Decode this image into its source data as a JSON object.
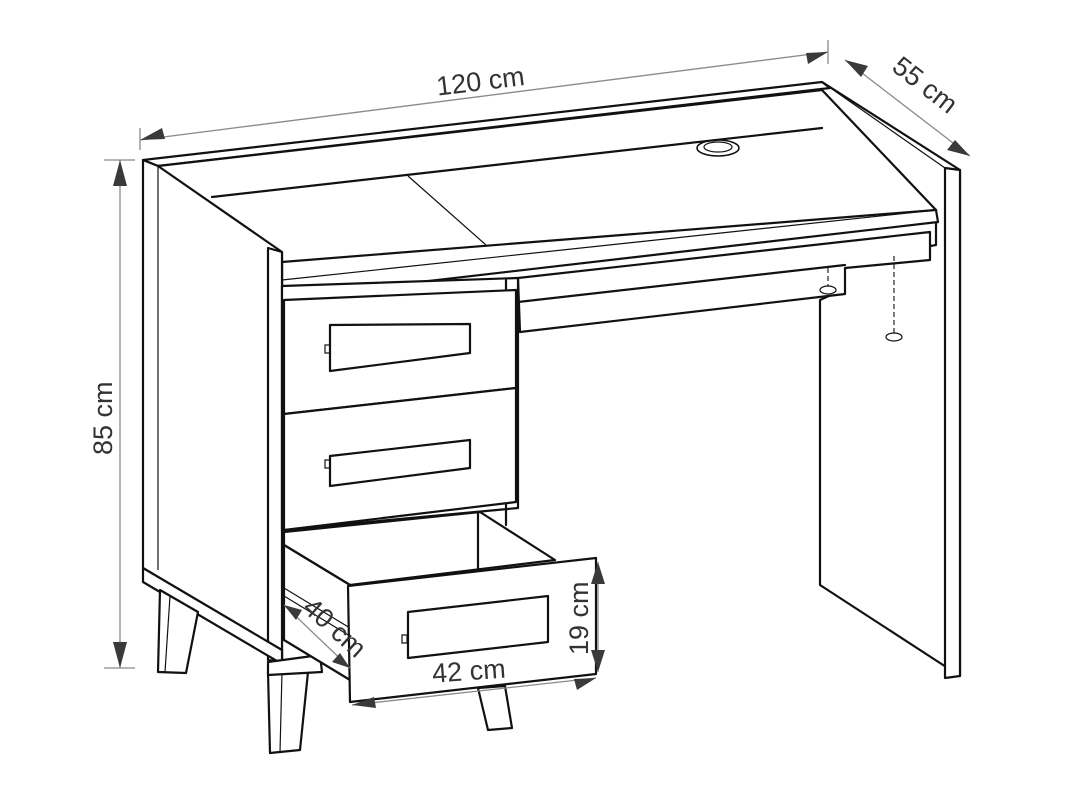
{
  "diagram": {
    "subject": "Desk with three drawers",
    "colors": {
      "line": "#111111",
      "dimension_line": "#8a8a8a",
      "arrow": "#3a3a3a",
      "label": "#333333",
      "background": "#ffffff"
    },
    "dimensions": {
      "width": "120 cm",
      "depth": "55 cm",
      "height": "85 cm",
      "drawer_depth": "40 cm",
      "drawer_width": "42 cm",
      "drawer_height": "19 cm"
    },
    "parts": [
      "desktop",
      "left-side-panel",
      "right-side-panel",
      "top-drawer",
      "middle-drawer",
      "open-bottom-drawer",
      "front-legs",
      "cable-grommet",
      "keyboard-rail",
      "assembly-pins"
    ]
  }
}
